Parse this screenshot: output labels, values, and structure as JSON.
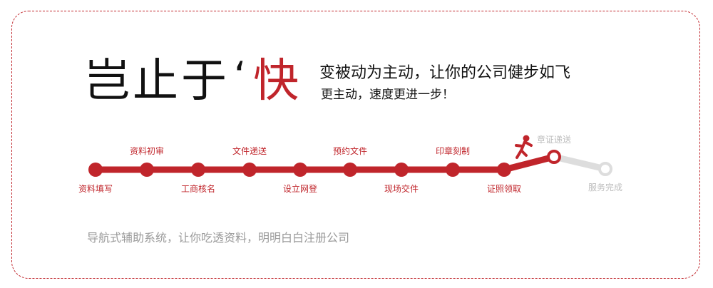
{
  "headline": {
    "black_text": "岂止于",
    "quote_mark": "‘",
    "red_text": "快"
  },
  "slogan": "变被动为主动，让你的公司健步如飞",
  "subslogan": "更主动，速度更进一步！",
  "steps": [
    {
      "label": "资料填写",
      "status": "done"
    },
    {
      "label": "资料初审",
      "status": "done"
    },
    {
      "label": "工商核名",
      "status": "done"
    },
    {
      "label": "文件递送",
      "status": "done"
    },
    {
      "label": "设立网登",
      "status": "done"
    },
    {
      "label": "预约文件",
      "status": "done"
    },
    {
      "label": "现场交件",
      "status": "done"
    },
    {
      "label": "印章刻制",
      "status": "done"
    },
    {
      "label": "证照领取",
      "status": "done"
    },
    {
      "label": "章证递送",
      "status": "current"
    },
    {
      "label": "服务完成",
      "status": "pending"
    }
  ],
  "runner_icon": "running-man-icon",
  "footer_note": "导航式辅助系统，让你吃透资料，明明白白注册公司",
  "colors": {
    "accent": "#c0252b",
    "pending": "#dddddd",
    "muted_text": "#9a9a9a"
  }
}
